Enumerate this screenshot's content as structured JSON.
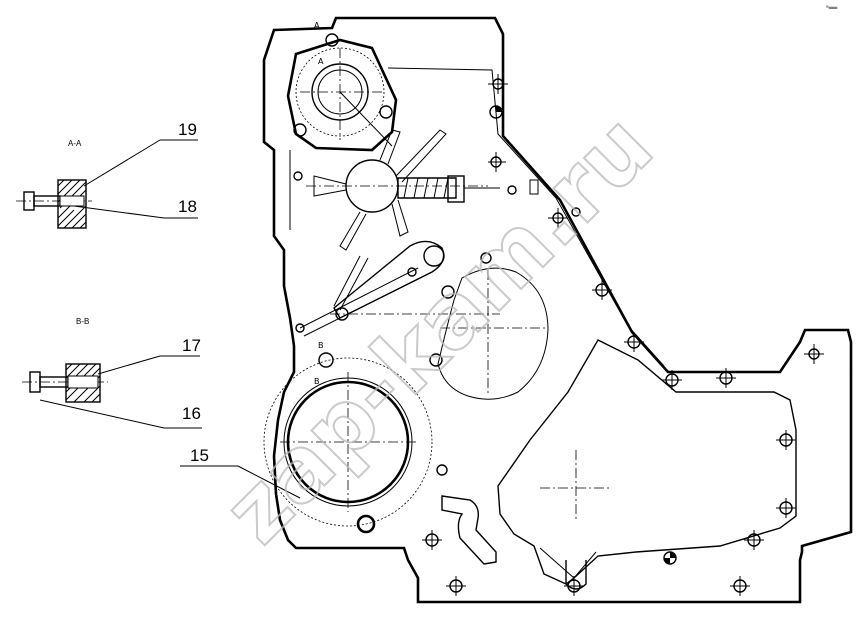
{
  "callouts": {
    "c19": "19",
    "c18": "18",
    "c17": "17",
    "c16": "16",
    "c15": "15"
  },
  "sections": {
    "aa_title": "A-A",
    "bb_title": "B-B",
    "a_top": "A",
    "a_bottom": "A",
    "b_top": "B",
    "b_bottom": "B"
  },
  "watermark": "zap-kam.ru",
  "corner_mark": "ᵃ══"
}
